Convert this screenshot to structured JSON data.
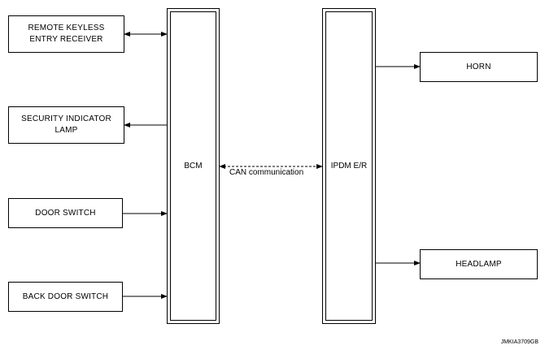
{
  "left_components": [
    {
      "label": "REMOTE KEYLESS\nENTRY RECEIVER"
    },
    {
      "label": "SECURITY INDICATOR\nLAMP"
    },
    {
      "label": "DOOR SWITCH"
    },
    {
      "label": "BACK DOOR SWITCH"
    }
  ],
  "modules": {
    "bcm": "BCM",
    "ipdm": "IPDM E/R"
  },
  "right_components": [
    {
      "label": "HORN"
    },
    {
      "label": "HEADLAMP"
    }
  ],
  "connection_label": "CAN communication",
  "reference_code": "JMKIA3709GB"
}
